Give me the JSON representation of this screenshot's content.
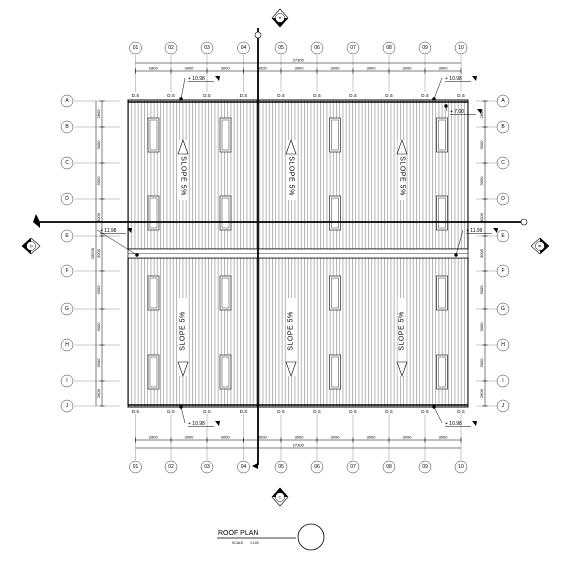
{
  "sheet": {
    "title": "ROOF PLAN",
    "scale_label": "SCALE",
    "scale_value": "1:100"
  },
  "grid": {
    "columns": [
      "01",
      "02",
      "03",
      "04",
      "05",
      "06",
      "07",
      "08",
      "09",
      "10"
    ],
    "rows": [
      "A",
      "B",
      "C",
      "D",
      "E",
      "F",
      "G",
      "H",
      "I",
      "J"
    ]
  },
  "dimensions": {
    "top_total": "27300",
    "bottom_total": "27300",
    "top_bays": [
      "2800",
      "3000",
      "3000",
      "3000",
      "3000",
      "3000",
      "3000",
      "3000",
      "3000"
    ],
    "bottom_bays": [
      "2800",
      "3000",
      "3000",
      "3000",
      "3000",
      "3000",
      "3000",
      "3000",
      "3000"
    ],
    "left_total": "28500",
    "left_bays": [
      "2800",
      "3000",
      "3000",
      "3000",
      "3000",
      "3000",
      "3000",
      "3000",
      "2800"
    ],
    "right_bays": [
      "2800",
      "3000",
      "3000",
      "3000",
      "3000",
      "3000",
      "3000",
      "3000",
      "2800"
    ]
  },
  "downspout_label": "D.S",
  "levels": {
    "top_left": "+ 10.98",
    "top_right": "+ 10.98",
    "ridge_top_right": "+ 7.00",
    "left_mid": "+ 11.98",
    "right_mid": "+ 11.99",
    "bottom_left": "+ 10.98",
    "bottom_right": "+ 10.98"
  },
  "slope_label": "SLOPE 5%",
  "section_marks": [
    "A",
    "B",
    "C",
    "D"
  ]
}
